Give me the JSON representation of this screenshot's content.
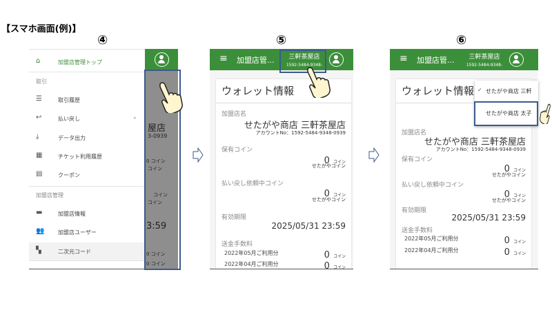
{
  "title": "【スマホ画面(例)】",
  "steps": [
    "④",
    "⑤",
    "⑥"
  ],
  "colors": {
    "header": "#3c8f3a",
    "highlight": "#3b5a8c"
  },
  "drawer": {
    "top": {
      "label": "加盟店管理トップ",
      "icon": "home-icon"
    },
    "section1": "取引",
    "items1": [
      {
        "label": "取引履歴",
        "icon": "list-icon"
      },
      {
        "label": "払い戻し",
        "icon": "reply-icon"
      },
      {
        "label": "データ出力",
        "icon": "download-icon"
      },
      {
        "label": "チケット利用履歴",
        "icon": "ticket-icon"
      },
      {
        "label": "クーポン",
        "icon": "coupon-icon"
      }
    ],
    "section2": "加盟店管理",
    "items2": [
      {
        "label": "加盟店情報",
        "icon": "store-icon"
      },
      {
        "label": "加盟店ユーザー",
        "icon": "users-icon"
      },
      {
        "label": "二次元コード",
        "icon": "qr-code-icon"
      }
    ],
    "behind": {
      "name": "屋店",
      "account": "3-0939",
      "coin1": "0 コイン",
      "coin1b": "コイン",
      "coin2": "コイン",
      "coin2b": "コイン",
      "date": "3:59",
      "fee1": "0 コイン",
      "fee2": "0 コイン"
    }
  },
  "header": {
    "title": "加盟店管...",
    "store": "三軒茶屋店",
    "account": "1592-5484-9348-"
  },
  "wallet": {
    "title": "ウォレット情報",
    "store_label": "加盟店名",
    "store_name": "せたがや商店 三軒茶屋店",
    "account": "アカウントNo：1592-5484-9348-0939",
    "coins_label": "保有コイン",
    "coins_value": "0",
    "coin_unit": "コイン",
    "coin_name": "せたがやコイン",
    "refund_label": "払い戻し依頼中コイン",
    "refund_value": "0",
    "expiry_label": "有効期限",
    "expiry_value": "2025/05/31 23:59",
    "fee_label": "送金手数料",
    "fees": [
      {
        "month": "2022年05月ご利用分",
        "value": "0"
      },
      {
        "month": "2022年04月ご利用分",
        "value": "0"
      }
    ]
  },
  "store_menu": [
    {
      "label": "せたがや商店 三軒",
      "selected": true
    },
    {
      "label": "せたがや商店 太子",
      "selected": false
    }
  ]
}
